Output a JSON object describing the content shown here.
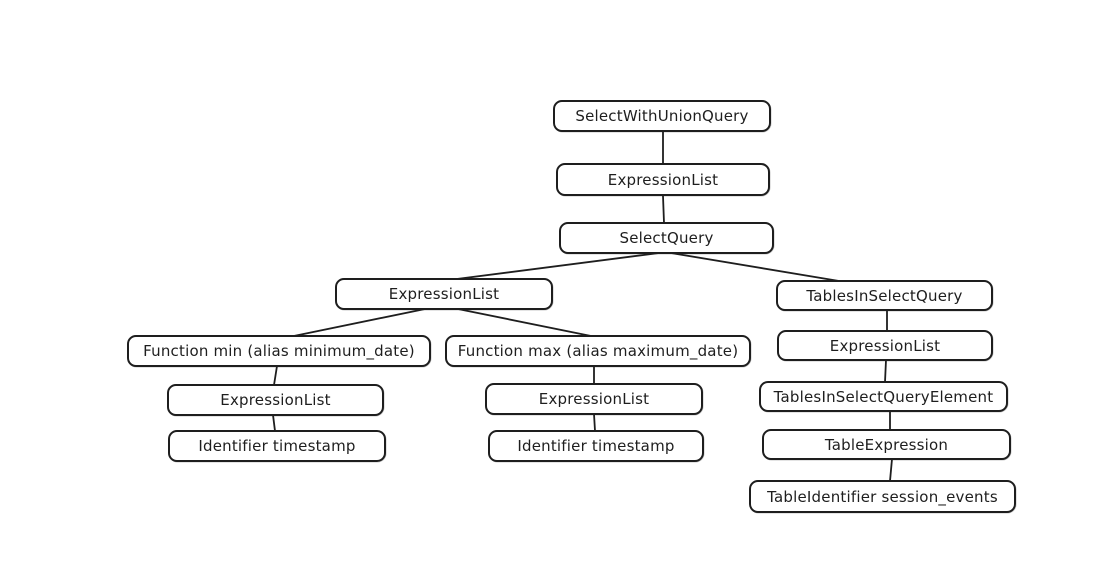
{
  "canvas": {
    "background": "#ffffff",
    "stroke_color": "#1e1e1e",
    "text_color": "#1e1e1e"
  },
  "diagram": {
    "type": "tree",
    "description": "Abstract syntax tree of a SQL select query, drawn in a hand-sketched style",
    "nodes": [
      {
        "id": "select-with-union-query",
        "label": "SelectWithUnionQuery"
      },
      {
        "id": "expression-list-1",
        "label": "ExpressionList"
      },
      {
        "id": "select-query",
        "label": "SelectQuery"
      },
      {
        "id": "expression-list-2",
        "label": "ExpressionList"
      },
      {
        "id": "tables-in-select-query",
        "label": "TablesInSelectQuery"
      },
      {
        "id": "function-min",
        "label": "Function min (alias minimum_date)"
      },
      {
        "id": "function-max",
        "label": "Function max (alias maximum_date)"
      },
      {
        "id": "expression-list-3",
        "label": "ExpressionList"
      },
      {
        "id": "expression-list-4",
        "label": "ExpressionList"
      },
      {
        "id": "expression-list-5",
        "label": "ExpressionList"
      },
      {
        "id": "identifier-timestamp-1",
        "label": "Identifier timestamp"
      },
      {
        "id": "identifier-timestamp-2",
        "label": "Identifier timestamp"
      },
      {
        "id": "tables-in-select-query-element",
        "label": "TablesInSelectQueryElement"
      },
      {
        "id": "table-expression",
        "label": "TableExpression"
      },
      {
        "id": "table-identifier-session-events",
        "label": "TableIdentifier session_events"
      }
    ],
    "edges": [
      {
        "from": "select-with-union-query",
        "to": "expression-list-1"
      },
      {
        "from": "expression-list-1",
        "to": "select-query"
      },
      {
        "from": "select-query",
        "to": "expression-list-2"
      },
      {
        "from": "select-query",
        "to": "tables-in-select-query"
      },
      {
        "from": "expression-list-2",
        "to": "function-min"
      },
      {
        "from": "expression-list-2",
        "to": "function-max"
      },
      {
        "from": "function-min",
        "to": "expression-list-3"
      },
      {
        "from": "expression-list-3",
        "to": "identifier-timestamp-1"
      },
      {
        "from": "function-max",
        "to": "expression-list-4"
      },
      {
        "from": "expression-list-4",
        "to": "identifier-timestamp-2"
      },
      {
        "from": "tables-in-select-query",
        "to": "expression-list-5"
      },
      {
        "from": "expression-list-5",
        "to": "tables-in-select-query-element"
      },
      {
        "from": "tables-in-select-query-element",
        "to": "table-expression"
      },
      {
        "from": "table-expression",
        "to": "table-identifier-session-events"
      }
    ]
  }
}
